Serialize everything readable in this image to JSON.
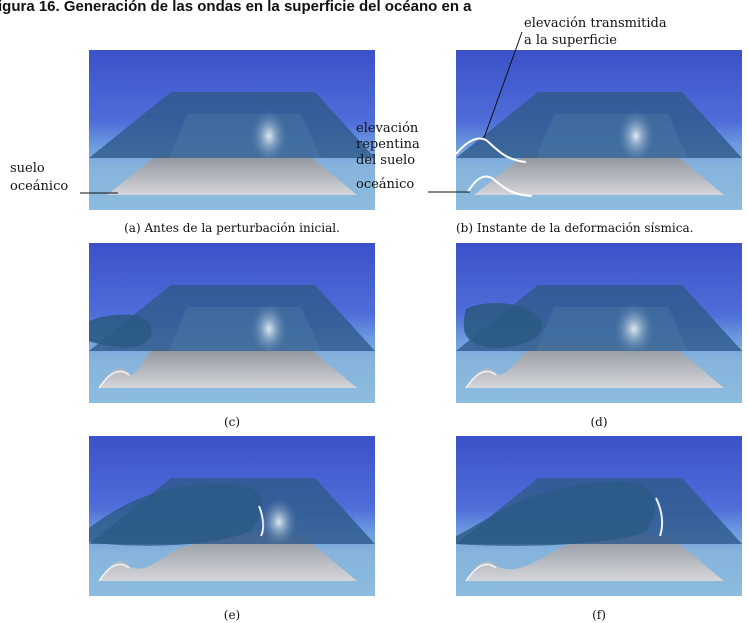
{
  "figure_title": "igura 16. Generación de las ondas en la superficie del océano en a",
  "panels": [
    {
      "id": "a",
      "caption": "(a) Antes de la perturbación inicial."
    },
    {
      "id": "b",
      "caption": "(b) Instante de la deformación sísmica."
    },
    {
      "id": "c",
      "caption": "(c)"
    },
    {
      "id": "d",
      "caption": "(d)"
    },
    {
      "id": "e",
      "caption": "(e)"
    },
    {
      "id": "f",
      "caption": "(f)"
    }
  ],
  "annotations": {
    "seafloor_line1": "suelo",
    "seafloor_line2": "oceánico",
    "transmitted_line1": "elevación transmitida",
    "transmitted_line2": "a la superficie",
    "sudden_line1": "elevación",
    "sudden_line2": "repentina",
    "sudden_line3": "del suelo",
    "sudden_line4": "oceánico"
  },
  "colors": {
    "sky_top": "#3b51c8",
    "water_plane": "#2f5a8c",
    "seafloor": "#b7b9bf",
    "wave_highlight": "#ffffff"
  }
}
